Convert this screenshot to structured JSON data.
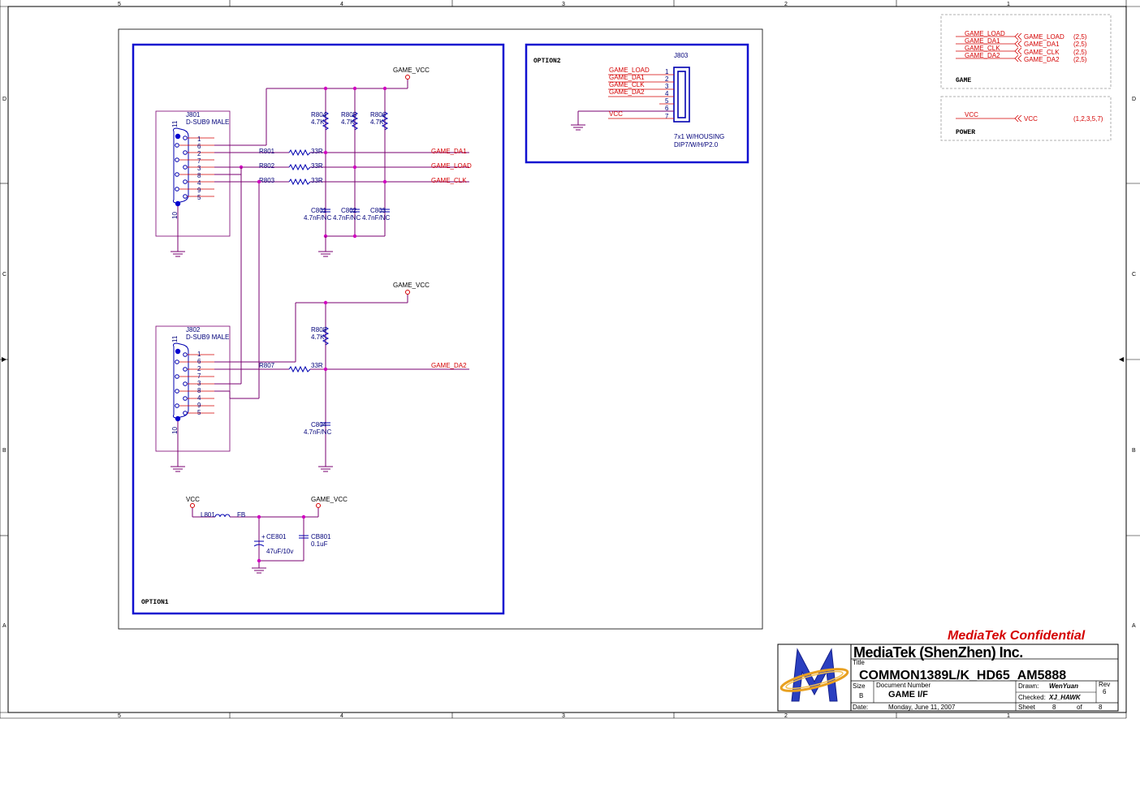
{
  "border": {
    "zones_top": [
      "5",
      "4",
      "3",
      "2",
      "1"
    ],
    "zones_bottom": [
      "5",
      "4",
      "3",
      "2",
      "1"
    ],
    "rows_left": [
      "D",
      "C",
      "B",
      "A"
    ],
    "rows_right": [
      "D",
      "C",
      "B",
      "A"
    ]
  },
  "option1": {
    "label": "OPTION1",
    "j801": {
      "ref": "J801",
      "desc": "D-SUB9 MALE",
      "pin_top": "11",
      "pin_bot": "10",
      "pins": [
        "1",
        "6",
        "2",
        "7",
        "3",
        "8",
        "4",
        "9",
        "5"
      ]
    },
    "j802": {
      "ref": "J802",
      "desc": "D-SUB9 MALE",
      "pin_top": "11",
      "pin_bot": "10",
      "pins": [
        "1",
        "6",
        "2",
        "7",
        "3",
        "8",
        "4",
        "9",
        "5"
      ]
    },
    "game_vcc_1": "GAME_VCC",
    "game_vcc_2": "GAME_VCC",
    "game_vcc_3": "GAME_VCC",
    "vcc": "VCC",
    "pullups": [
      {
        "ref": "R804",
        "value": "4.7K"
      },
      {
        "ref": "R805",
        "value": "4.7K"
      },
      {
        "ref": "R806",
        "value": "4.7K"
      }
    ],
    "pullup_j802": {
      "ref": "R808",
      "value": "4.7K"
    },
    "series": [
      {
        "ref": "R801",
        "value": "33R",
        "net": "GAME_DA1"
      },
      {
        "ref": "R802",
        "value": "33R",
        "net": "GAME_LOAD"
      },
      {
        "ref": "R803",
        "value": "33R",
        "net": "GAME_CLK"
      }
    ],
    "series_j802": {
      "ref": "R807",
      "value": "33R",
      "net": "GAME_DA2"
    },
    "caps": [
      {
        "ref": "C801",
        "value": "4.7nF/NC"
      },
      {
        "ref": "C802",
        "value": "4.7nF/NC"
      },
      {
        "ref": "C803",
        "value": "4.7nF/NC"
      }
    ],
    "cap_j802": {
      "ref": "C804",
      "value": "4.7nF/NC"
    },
    "l801": {
      "ref": "L801",
      "value": "FB"
    },
    "ce801": {
      "ref": "CE801",
      "value": "47uF/10v"
    },
    "cb801": {
      "ref": "CB801",
      "value": "0.1uF"
    }
  },
  "option2": {
    "label": "OPTION2",
    "j803": {
      "ref": "J803",
      "desc1": "7x1 W/HOUSING",
      "desc2": "DIP7/W/H/P2.0",
      "pins": [
        "1",
        "2",
        "3",
        "4",
        "5",
        "6",
        "7"
      ]
    },
    "nets": [
      "GAME_LOAD",
      "GAME_DA1",
      "GAME_CLK",
      "GAME_DA2"
    ],
    "vcc": "VCC"
  },
  "ports": {
    "game_title": "GAME",
    "power_title": "POWER",
    "game_nets": [
      {
        "net": "GAME_LOAD",
        "port": "GAME_LOAD",
        "pages": "(2,5)"
      },
      {
        "net": "GAME_DA1",
        "port": "GAME_DA1",
        "pages": "(2,5)"
      },
      {
        "net": "GAME_CLK",
        "port": "GAME_CLK",
        "pages": "(2,5)"
      },
      {
        "net": "GAME_DA2",
        "port": "GAME_DA2",
        "pages": "(2,5)"
      }
    ],
    "power_net": {
      "net": "VCC",
      "port": "VCC",
      "pages": "(1,2,3,5,7)"
    }
  },
  "title_block": {
    "confidential": "MediaTek Confidential",
    "company": "MediaTek (ShenZhen) Inc.",
    "title_label": "Title",
    "title": "COMMON1389L/K_HD65_AM5888",
    "size_label": "Size",
    "size": "B",
    "docnum_label": "Document Number",
    "docnum": "GAME I/F",
    "rev_label": "Rev",
    "rev": "6",
    "drawn_label": "Drawn:",
    "drawn": "WenYuan",
    "checked_label": "Checked:",
    "checked": "XJ_HAWK",
    "date_label": "Date:",
    "date": "Monday, June 11, 2007",
    "sheet_label": "Sheet",
    "sheet": "8",
    "of_label": "of",
    "sheets": "8"
  },
  "colors": {
    "wire": "#7a0070",
    "net_label": "#d40000",
    "component": "#0000b0",
    "frame": "#1010d0"
  }
}
